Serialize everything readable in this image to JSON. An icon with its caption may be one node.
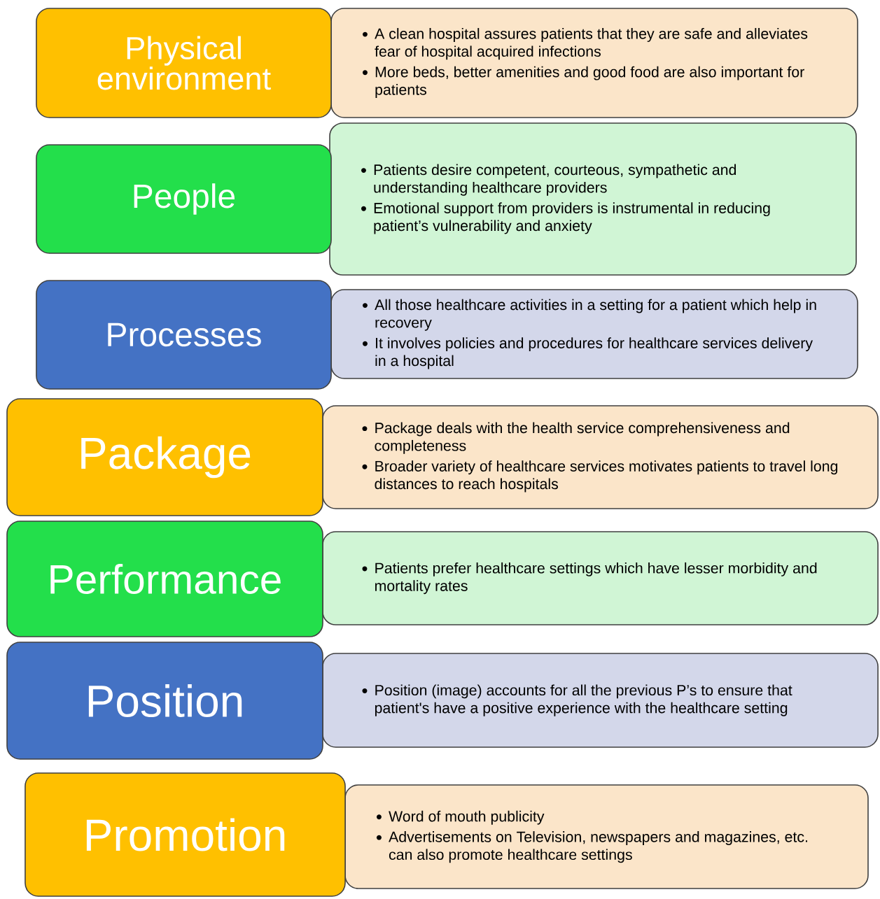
{
  "diagram": {
    "nodes": [
      {
        "text": [
          "Physical environment"
        ]
      },
      {
        "text": [
          "A clean hospital assures patients that they are safe and alleviates fear of hospital acquired infections",
          "More beds, better amenities and good food are also important for patients"
        ]
      },
      {
        "text": [
          "People"
        ]
      },
      {
        "text": [
          "Patients desire competent, courteous, sympathetic and understanding healthcare providers",
          "Emotional support from providers is instrumental in reducing patient’s vulnerability and anxiety"
        ]
      },
      {
        "text": [
          "Processes"
        ]
      },
      {
        "text": [
          "All those healthcare activities in a setting for a patient which help in recovery",
          "It involves policies and procedures for healthcare services delivery in a hospital"
        ]
      },
      {
        "text": [
          "Package"
        ]
      },
      {
        "text": [
          "Package deals with the health service comprehensiveness and completeness",
          "Broader variety of healthcare services motivates patients to travel long distances to reach hospitals"
        ]
      },
      {
        "text": [
          "Performance"
        ]
      },
      {
        "text": [
          "Patients prefer healthcare settings which have lesser morbidity and mortality rates"
        ]
      },
      {
        "text": [
          "Position"
        ]
      },
      {
        "text": [
          "Position (image) accounts for all the previous P’s to ensure that patient's have a positive experience with the healthcare setting"
        ]
      },
      {
        "text": [
          "Promotion"
        ]
      },
      {
        "text": [
          "Word of mouth publicity",
          "Advertisements on Television, newspapers and magazines, etc. can also promote healthcare settings"
        ]
      }
    ]
  }
}
